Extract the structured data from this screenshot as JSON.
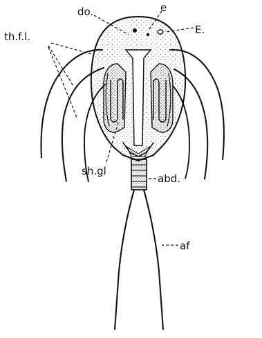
{
  "labels": {
    "thoracic_filaments": "th.f.l.",
    "dorsal_organ": "do.",
    "eye_small": "e",
    "eye_large": "E.",
    "shell_gland": "sh.gl",
    "abdomen": "abd.",
    "abdominal_filaments": "af"
  }
}
